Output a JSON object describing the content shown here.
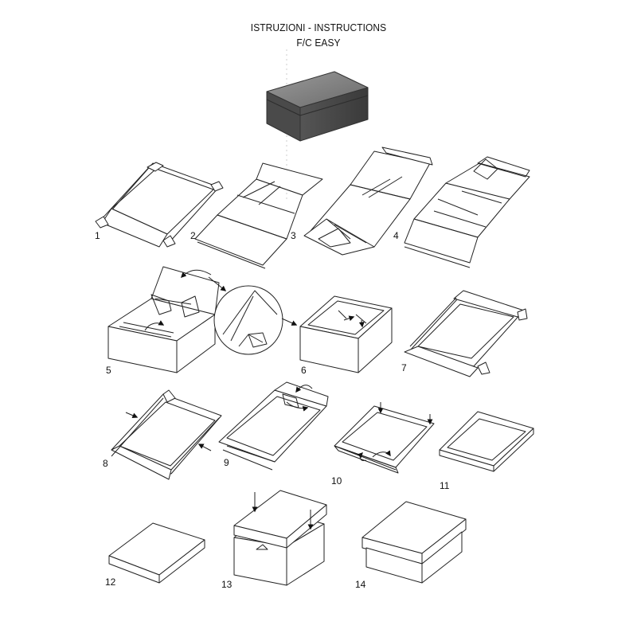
{
  "header": {
    "title": "ISTRUZIONI - INSTRUCTIONS",
    "subtitle": "F/C EASY"
  },
  "steps": [
    {
      "number": "1"
    },
    {
      "number": "2"
    },
    {
      "number": "3"
    },
    {
      "number": "4"
    },
    {
      "number": "5"
    },
    {
      "number": "6"
    },
    {
      "number": "7"
    },
    {
      "number": "8"
    },
    {
      "number": "9"
    },
    {
      "number": "10"
    },
    {
      "number": "11"
    },
    {
      "number": "12"
    },
    {
      "number": "13"
    },
    {
      "number": "14"
    }
  ],
  "colors": {
    "line": "#222222",
    "box_dark": "#555555",
    "box_light": "#8a8a8a"
  }
}
